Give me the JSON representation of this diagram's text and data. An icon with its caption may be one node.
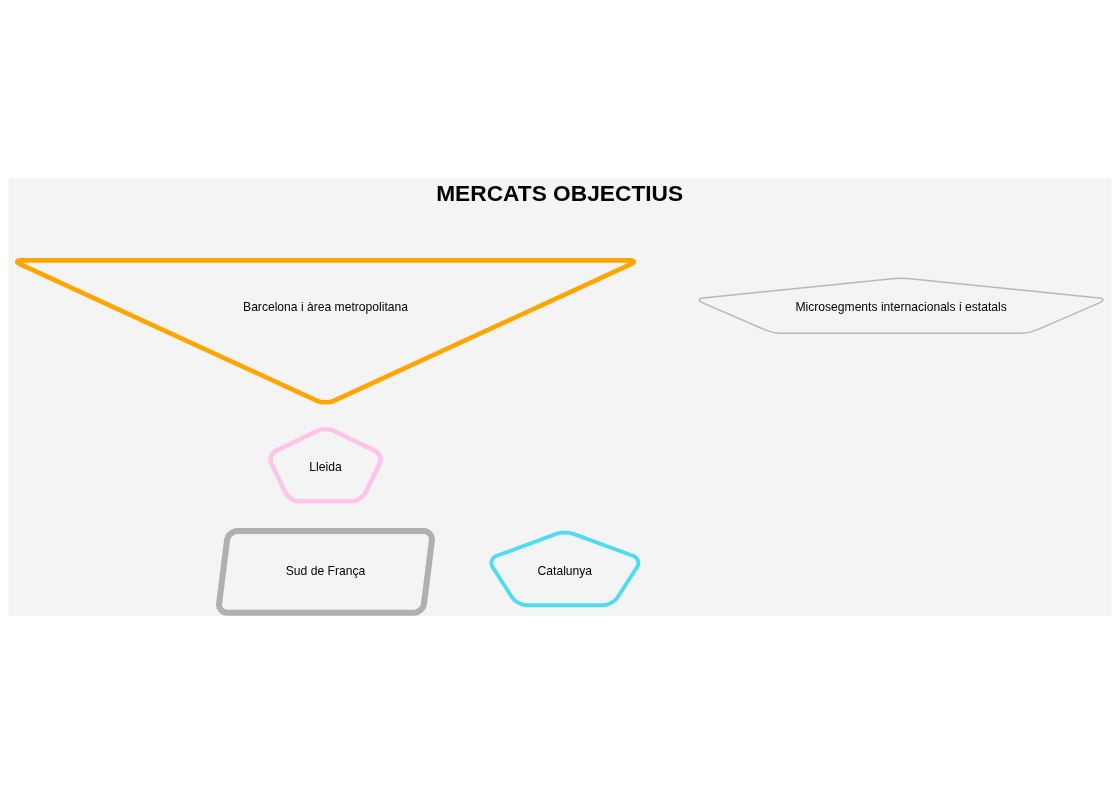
{
  "diagram": {
    "title": "MERCATS OBJECTIUS",
    "nodes": [
      {
        "text": [
          "Barcelona i àrea metropolitana"
        ]
      },
      {
        "text": [
          "Microsegments internacionals i estatals"
        ]
      },
      {
        "text": [
          "Lleida"
        ]
      },
      {
        "text": [
          "Sud de França"
        ]
      },
      {
        "text": [
          "Catalunya"
        ]
      }
    ]
  }
}
